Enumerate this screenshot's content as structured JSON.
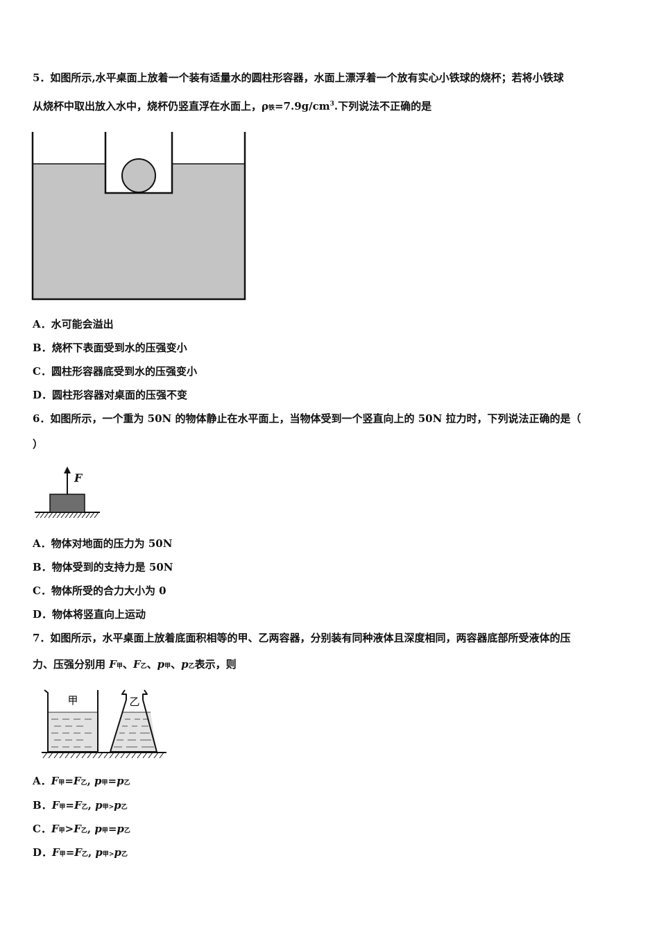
{
  "q5": {
    "line1": "5．如图所示,水平桌面上放着一个装有适量水的圆柱形容器，水面上漂浮着一个放有实心小铁球的烧杯；若将小铁球",
    "line2_a": "从烧杯中取出放入水中，烧杯仍竖直浮在水面上，ρ",
    "line2_sub": "铁",
    "line2_b": "=7.9g/cm",
    "line2_sup": "3",
    "line2_c": ".下列说法不正确的是",
    "options": [
      "A．水可能会溢出",
      "B．烧杯下表面受到水的压强变小",
      "C．圆柱形容器底受到水的压强变小",
      "D．圆柱形容器对桌面的压强不变"
    ]
  },
  "q6": {
    "line1": "6．如图所示，一个重为 50N 的物体静止在水平面上，当物体受到一个竖直向上的 50N 拉力时，下列说法正确的是（",
    "line2": "）",
    "force_label": "F",
    "options": [
      "A．物体对地面的压力为 50N",
      "B．物体受到的支持力是 50N",
      "C．物体所受的合力大小为 0",
      "D．物体将竖直向上运动"
    ]
  },
  "q7": {
    "line1": "7．如图所示，水平桌面上放着底面积相等的甲、乙两容器，分别装有同种液体且深度相同，两容器底部所受液体的压",
    "line2_a": "力、压强分别用",
    "sym_F": "F",
    "sym_p": "p",
    "sub_jia": "甲",
    "sub_yi": "乙",
    "sep": "、",
    "line2_end": "表示，则",
    "label_jia": "甲",
    "label_yi": "乙",
    "options": [
      {
        "letter": "A．",
        "rel1": "=",
        "rel2": "="
      },
      {
        "letter": "B．",
        "rel1": "=",
        "rel2": ">"
      },
      {
        "letter": "C．",
        "rel1": ">",
        "rel2": "="
      },
      {
        "letter": "D．",
        "rel1": "=",
        "rel2": ">"
      }
    ],
    "comma": ", "
  }
}
